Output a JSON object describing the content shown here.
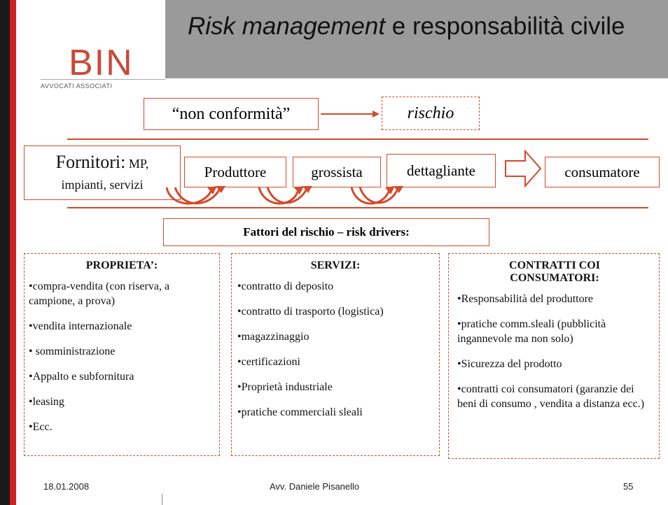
{
  "slide": {
    "title_italic": "Risk management",
    "title_rest": " e responsabilità civile"
  },
  "logo": {
    "name": "BIN",
    "subtitle": "AVVOCATI ASSOCIATI"
  },
  "flow_top": {
    "left": "“non conformità”",
    "right": "rischio"
  },
  "chain": {
    "fornitori_main": "Fornitori:",
    "fornitori_small": " MP,",
    "fornitori_line2": "impianti, servizi",
    "produttore": "Produttore",
    "grossista": "grossista",
    "dettagliante": "dettagliante",
    "consumatore": "consumatore"
  },
  "drivers_title": "Fattori del rischio – risk drivers:",
  "columns": [
    {
      "heading": "PROPRIETA’:",
      "items": [
        "•compra-vendita (con riserva, a campione, a prova)",
        "•vendita internazionale",
        "• somministrazione",
        "•Appalto e subfornitura",
        "•leasing",
        "•Ecc."
      ]
    },
    {
      "heading": "SERVIZI:",
      "items": [
        "•contratto di deposito",
        "•contratto di trasporto (logistica)",
        "•magazzinaggio",
        "•certificazioni",
        "•Proprietà industriale",
        "•pratiche commerciali sleali"
      ]
    },
    {
      "heading": "CONTRATTI COI CONSUMATORI:",
      "items": [
        "•Responsabilità del produttore",
        "•pratiche comm.sleali (pubblicità ingannevole ma non solo)",
        "•Sicurezza del prodotto",
        "•contratti coi consumatori (garanzie dei beni di consumo , vendita a distanza ecc.)"
      ]
    }
  ],
  "footer": {
    "date": "18.01.2008",
    "author": "Avv. Daniele Pisanello",
    "page": "55"
  },
  "colors": {
    "accent": "#d44a2a",
    "title_bar": "#9a9a9a",
    "left_stripe": "#cc2222"
  }
}
